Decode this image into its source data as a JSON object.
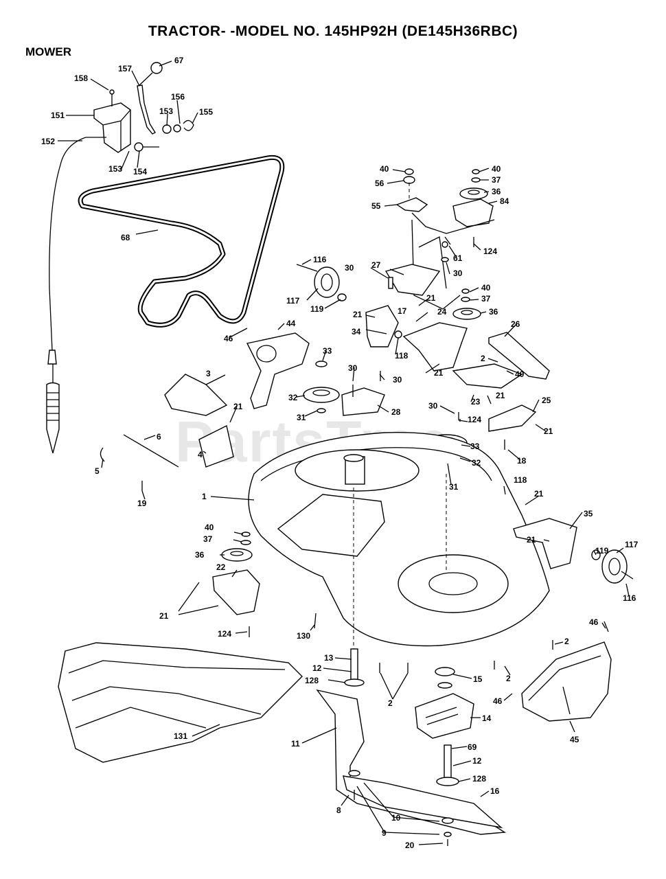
{
  "title": "TRACTOR- -MODEL NO. 145HP92H (DE145H36RBC)",
  "section": "MOWER",
  "watermark": "PartsTree",
  "labels": [
    {
      "id": "L67",
      "text": "67"
    },
    {
      "id": "L158",
      "text": "158"
    },
    {
      "id": "L157",
      "text": "157"
    },
    {
      "id": "L156",
      "text": "156"
    },
    {
      "id": "L151",
      "text": "151"
    },
    {
      "id": "L153a",
      "text": "153"
    },
    {
      "id": "L155",
      "text": "155"
    },
    {
      "id": "L152",
      "text": "152"
    },
    {
      "id": "L153b",
      "text": "153"
    },
    {
      "id": "L154",
      "text": "154"
    },
    {
      "id": "L68",
      "text": "68"
    },
    {
      "id": "L40a",
      "text": "40"
    },
    {
      "id": "L56",
      "text": "56"
    },
    {
      "id": "L55",
      "text": "55"
    },
    {
      "id": "L40b",
      "text": "40"
    },
    {
      "id": "L37a",
      "text": "37"
    },
    {
      "id": "L36a",
      "text": "36"
    },
    {
      "id": "L84",
      "text": "84"
    },
    {
      "id": "L124a",
      "text": "124"
    },
    {
      "id": "L61",
      "text": "61"
    },
    {
      "id": "L116a",
      "text": "116"
    },
    {
      "id": "L30a",
      "text": "30"
    },
    {
      "id": "L27",
      "text": "27"
    },
    {
      "id": "L30b",
      "text": "30"
    },
    {
      "id": "L117a",
      "text": "117"
    },
    {
      "id": "L119a",
      "text": "119"
    },
    {
      "id": "L21a",
      "text": "21"
    },
    {
      "id": "L40c",
      "text": "40"
    },
    {
      "id": "L37b",
      "text": "37"
    },
    {
      "id": "L36b",
      "text": "36"
    },
    {
      "id": "L21b",
      "text": "21"
    },
    {
      "id": "L17",
      "text": "17"
    },
    {
      "id": "L24",
      "text": "24"
    },
    {
      "id": "L26",
      "text": "26"
    },
    {
      "id": "L34",
      "text": "34"
    },
    {
      "id": "L118a",
      "text": "118"
    },
    {
      "id": "L46a",
      "text": "46"
    },
    {
      "id": "L44",
      "text": "44"
    },
    {
      "id": "L33a",
      "text": "33"
    },
    {
      "id": "L2a",
      "text": "2"
    },
    {
      "id": "L40d",
      "text": "40"
    },
    {
      "id": "L21c",
      "text": "21"
    },
    {
      "id": "L30c",
      "text": "30"
    },
    {
      "id": "L30d",
      "text": "30"
    },
    {
      "id": "L3",
      "text": "3"
    },
    {
      "id": "L32a",
      "text": "32"
    },
    {
      "id": "L23",
      "text": "23"
    },
    {
      "id": "L21d",
      "text": "21"
    },
    {
      "id": "L25",
      "text": "25"
    },
    {
      "id": "L21e",
      "text": "21"
    },
    {
      "id": "L28",
      "text": "28"
    },
    {
      "id": "L31a",
      "text": "31"
    },
    {
      "id": "L30e",
      "text": "30"
    },
    {
      "id": "L124b",
      "text": "124"
    },
    {
      "id": "L21f",
      "text": "21"
    },
    {
      "id": "L6",
      "text": "6"
    },
    {
      "id": "L33b",
      "text": "33"
    },
    {
      "id": "L5",
      "text": "5"
    },
    {
      "id": "L4",
      "text": "4"
    },
    {
      "id": "L32b",
      "text": "32"
    },
    {
      "id": "L18",
      "text": "18"
    },
    {
      "id": "L31b",
      "text": "31"
    },
    {
      "id": "L19",
      "text": "19"
    },
    {
      "id": "L118b",
      "text": "118"
    },
    {
      "id": "L1",
      "text": "1"
    },
    {
      "id": "L21g",
      "text": "21"
    },
    {
      "id": "L35",
      "text": "35"
    },
    {
      "id": "L40e",
      "text": "40"
    },
    {
      "id": "L37c",
      "text": "37"
    },
    {
      "id": "L21h",
      "text": "21"
    },
    {
      "id": "L119b",
      "text": "119"
    },
    {
      "id": "L117b",
      "text": "117"
    },
    {
      "id": "L36c",
      "text": "36"
    },
    {
      "id": "L22",
      "text": "22"
    },
    {
      "id": "L116b",
      "text": "116"
    },
    {
      "id": "L21i",
      "text": "21"
    },
    {
      "id": "L46b",
      "text": "46"
    },
    {
      "id": "L124c",
      "text": "124"
    },
    {
      "id": "L130",
      "text": "130"
    },
    {
      "id": "L2b",
      "text": "2"
    },
    {
      "id": "L13",
      "text": "13"
    },
    {
      "id": "L12a",
      "text": "12"
    },
    {
      "id": "L15",
      "text": "15"
    },
    {
      "id": "L2c",
      "text": "2"
    },
    {
      "id": "L128a",
      "text": "128"
    },
    {
      "id": "L2d",
      "text": "2"
    },
    {
      "id": "L46c",
      "text": "46"
    },
    {
      "id": "L14",
      "text": "14"
    },
    {
      "id": "L45",
      "text": "45"
    },
    {
      "id": "L131",
      "text": "131"
    },
    {
      "id": "L11",
      "text": "11"
    },
    {
      "id": "L69",
      "text": "69"
    },
    {
      "id": "L12b",
      "text": "12"
    },
    {
      "id": "L128b",
      "text": "128"
    },
    {
      "id": "L16",
      "text": "16"
    },
    {
      "id": "L8",
      "text": "8"
    },
    {
      "id": "L10",
      "text": "10"
    },
    {
      "id": "L9",
      "text": "9"
    },
    {
      "id": "L20",
      "text": "20"
    }
  ]
}
